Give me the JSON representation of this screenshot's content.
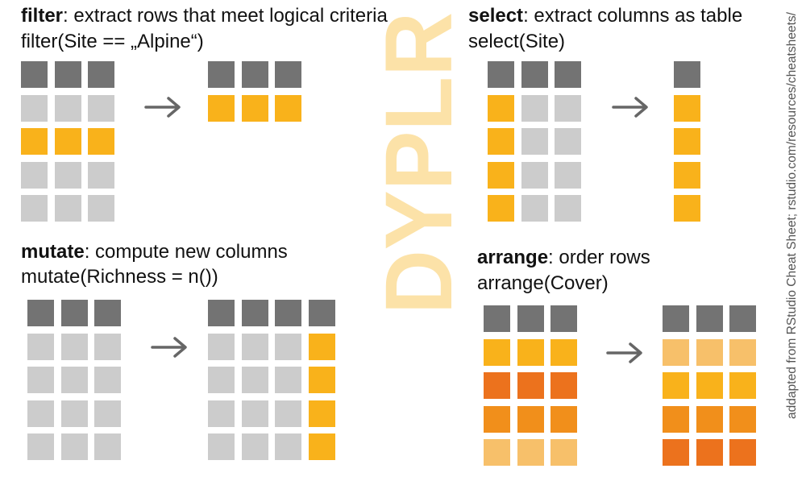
{
  "watermark": {
    "text": "DYPLR",
    "color": "#FCE2A8"
  },
  "credit": {
    "text": "addapted from RStudio Cheat Sheet; rstudio.com/resources/cheatsheets/"
  },
  "colors": {
    "header": "#737373",
    "grey": "#CCCCCC",
    "yellow": "#F9B21B",
    "light_orange": "#F7C06A",
    "mid_orange": "#F18F1B",
    "dark_orange": "#EC721D",
    "arrow": "#666666"
  },
  "panels": {
    "filter": {
      "keyword": "filter",
      "description": ": extract rows that meet logical criteria",
      "code": "filter(Site == „Alpine“)",
      "before": [
        [
          "header",
          "header",
          "header"
        ],
        [
          "grey",
          "grey",
          "grey"
        ],
        [
          "yellow",
          "yellow",
          "yellow"
        ],
        [
          "grey",
          "grey",
          "grey"
        ],
        [
          "grey",
          "grey",
          "grey"
        ]
      ],
      "after": [
        [
          "header",
          "header",
          "header"
        ],
        [
          "yellow",
          "yellow",
          "yellow"
        ]
      ]
    },
    "select": {
      "keyword": "select",
      "description": ": extract columns as table",
      "code": "select(Site)",
      "before": [
        [
          "header",
          "header",
          "header"
        ],
        [
          "yellow",
          "grey",
          "grey"
        ],
        [
          "yellow",
          "grey",
          "grey"
        ],
        [
          "yellow",
          "grey",
          "grey"
        ],
        [
          "yellow",
          "grey",
          "grey"
        ]
      ],
      "after": [
        [
          "header"
        ],
        [
          "yellow"
        ],
        [
          "yellow"
        ],
        [
          "yellow"
        ],
        [
          "yellow"
        ]
      ]
    },
    "mutate": {
      "keyword": "mutate",
      "description": ": compute new columns",
      "code": "mutate(Richness = n())",
      "before": [
        [
          "header",
          "header",
          "header"
        ],
        [
          "grey",
          "grey",
          "grey"
        ],
        [
          "grey",
          "grey",
          "grey"
        ],
        [
          "grey",
          "grey",
          "grey"
        ],
        [
          "grey",
          "grey",
          "grey"
        ]
      ],
      "after": [
        [
          "header",
          "header",
          "header",
          "header"
        ],
        [
          "grey",
          "grey",
          "grey",
          "yellow"
        ],
        [
          "grey",
          "grey",
          "grey",
          "yellow"
        ],
        [
          "grey",
          "grey",
          "grey",
          "yellow"
        ],
        [
          "grey",
          "grey",
          "grey",
          "yellow"
        ]
      ]
    },
    "arrange": {
      "keyword": "arrange",
      "description": ": order rows",
      "code": "arrange(Cover)",
      "before": [
        [
          "header",
          "header",
          "header"
        ],
        [
          "yellow",
          "yellow",
          "yellow"
        ],
        [
          "dark_orange",
          "dark_orange",
          "dark_orange"
        ],
        [
          "mid_orange",
          "mid_orange",
          "mid_orange"
        ],
        [
          "light_orange",
          "light_orange",
          "light_orange"
        ]
      ],
      "after": [
        [
          "header",
          "header",
          "header"
        ],
        [
          "light_orange",
          "light_orange",
          "light_orange"
        ],
        [
          "yellow",
          "yellow",
          "yellow"
        ],
        [
          "mid_orange",
          "mid_orange",
          "mid_orange"
        ],
        [
          "dark_orange",
          "dark_orange",
          "dark_orange"
        ]
      ]
    }
  }
}
